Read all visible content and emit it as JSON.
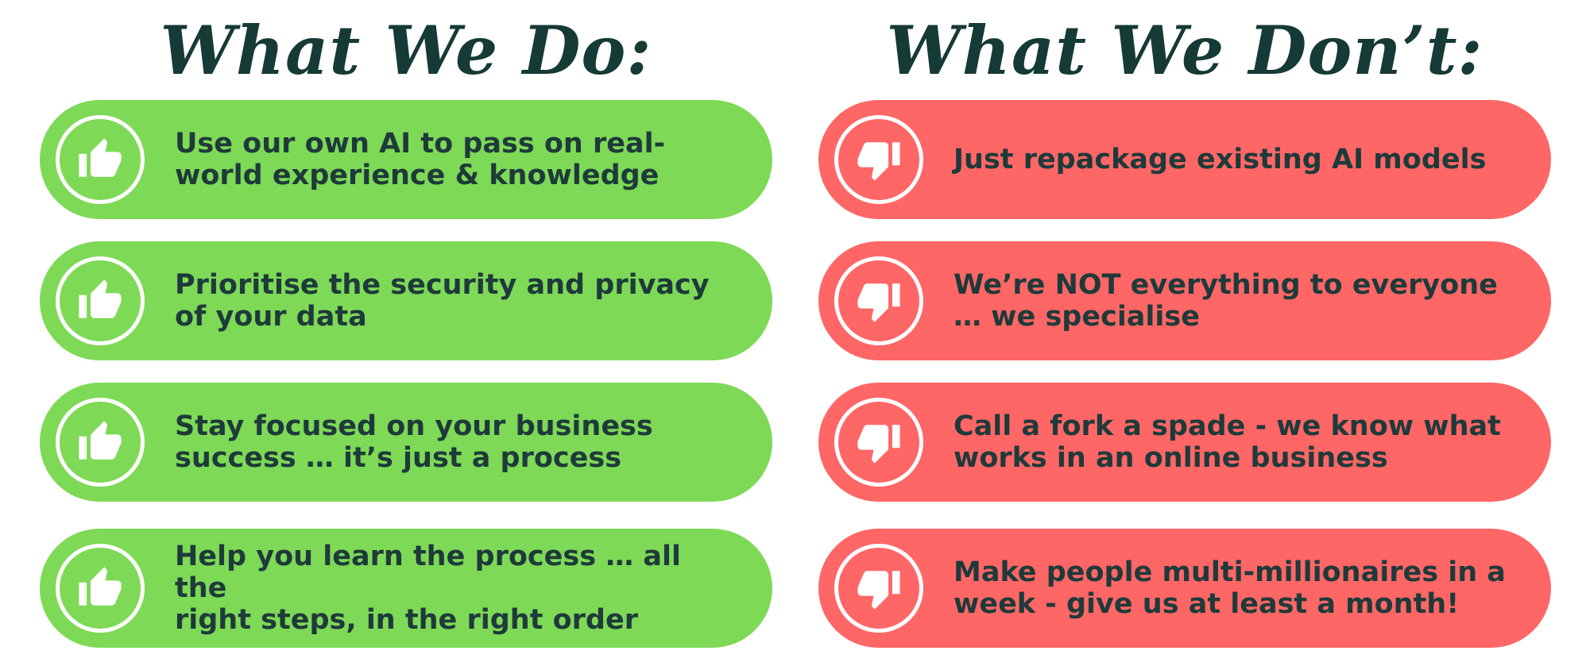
{
  "do_column": {
    "title": "What We Do:",
    "icon": "thumbs-up-icon",
    "color": "#7ed957",
    "items": [
      {
        "text": "Use our own AI to pass on real-\nworld experience & knowledge"
      },
      {
        "text": "Prioritise the security and privacy\nof your data"
      },
      {
        "text": "Stay focused on your business\nsuccess … it’s just a process"
      },
      {
        "text": "Help you learn the process … all the\nright steps, in the right order"
      }
    ]
  },
  "dont_column": {
    "title": "What We Don’t:",
    "icon": "thumbs-down-icon",
    "color": "#ff6666",
    "items": [
      {
        "text": "Just repackage existing AI models"
      },
      {
        "text": "We’re NOT everything to everyone\n… we specialise"
      },
      {
        "text": "Call a fork a spade - we know what\nworks in an online business"
      },
      {
        "text": "Make people multi-millionaires in a\nweek - give us at least a month!"
      }
    ]
  },
  "text_color": "#1e3a3a",
  "title_color": "#163a35"
}
